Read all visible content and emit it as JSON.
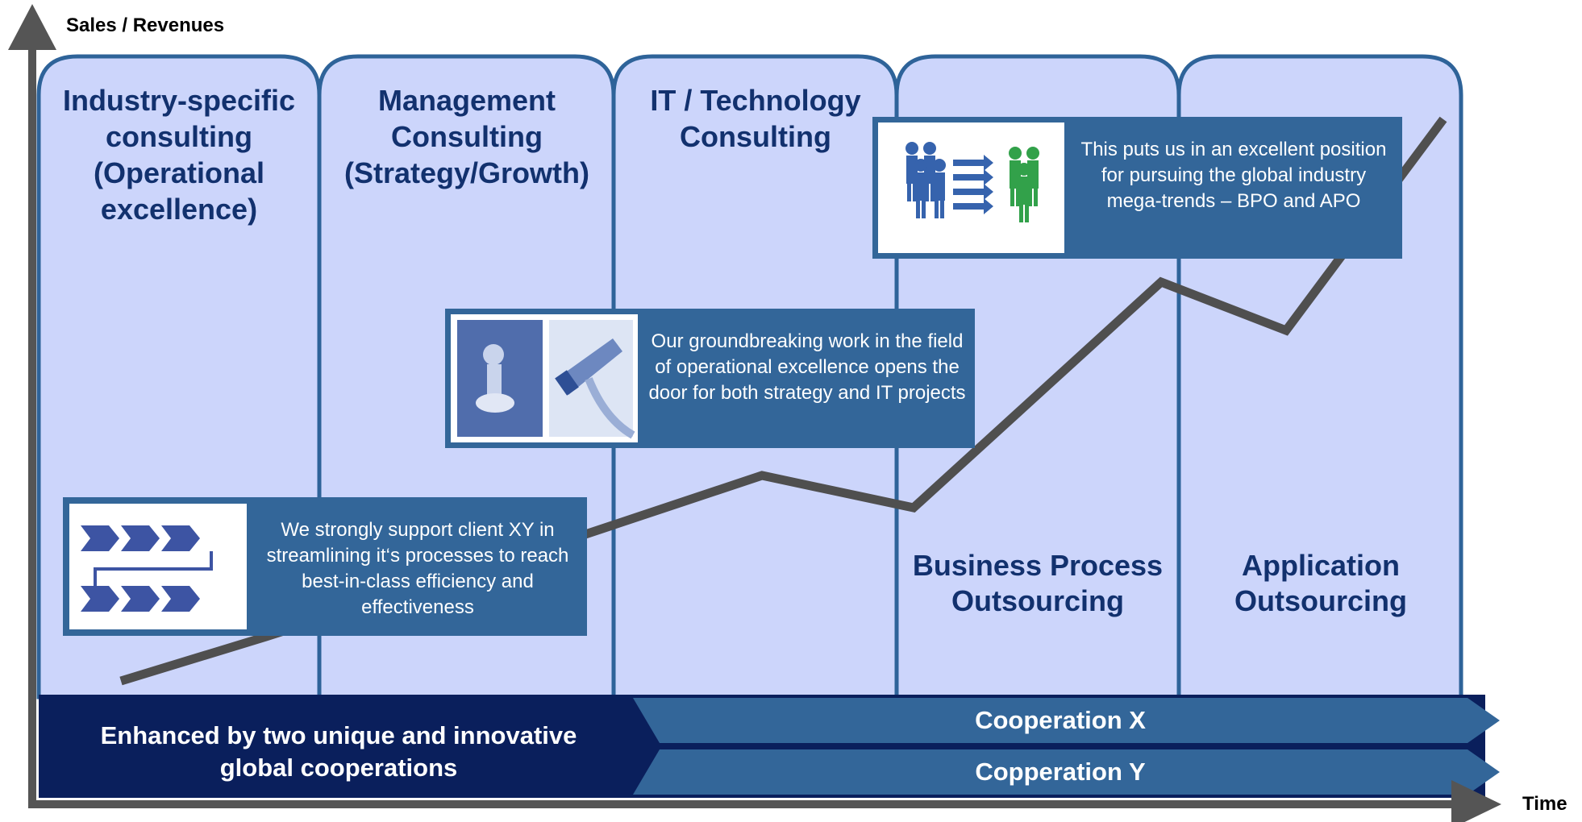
{
  "axes": {
    "y_label": "Sales / Revenues",
    "x_label": "Time"
  },
  "columns": [
    {
      "title": "Industry-specific consulting (Operational excellence)"
    },
    {
      "title": "Management Consulting (Strategy/Growth)"
    },
    {
      "title": "IT / Technology Consulting"
    },
    {
      "title": "Business Process Outsourcing"
    },
    {
      "title": "Application Outsourcing"
    }
  ],
  "callouts": [
    {
      "text": "We strongly support client XY in streamlining it‘s processes to reach best-in-class efficiency and effectiveness",
      "icon": "process-flow-icon"
    },
    {
      "text": "Our groundbreaking work in the field of operational excellence opens the door for both strategy and IT projects",
      "icon": "chess-and-usb-icon"
    },
    {
      "text": "This puts us in an excellent position for pursuing the global industry mega-trends – BPO and APO",
      "icon": "people-transfer-icon"
    }
  ],
  "bottom": {
    "left_text": "Enhanced by two unique and innovative global cooperations",
    "cooperation_1": "Cooperation X",
    "cooperation_2": "Copperation Y"
  },
  "colors": {
    "column_fill": "#ccd5fb",
    "column_stroke": "#2e6399",
    "callout_fill": "#336699",
    "band_dark": "#0a1f5c",
    "band_arrow": "#336699",
    "title_text": "#12316e",
    "axis": "#555555",
    "trend_line": "#4f4f4f"
  }
}
